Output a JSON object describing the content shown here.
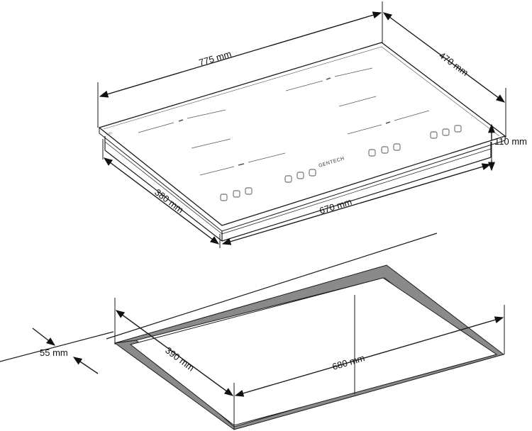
{
  "diagram": {
    "cooktop": {
      "brand_text": "GENTECH",
      "corner_mark": "0001",
      "dimensions": {
        "width": "775 mm",
        "depth": "470 mm",
        "height": "110 mm",
        "body_width": "670 mm",
        "body_depth": "380 mm"
      }
    },
    "cutout": {
      "dimensions": {
        "width": "680 mm",
        "depth": "390 mm",
        "edge_offset": "55 mm"
      },
      "border_color": "#8a8a8a"
    },
    "line_color": "#1a1a1a"
  }
}
